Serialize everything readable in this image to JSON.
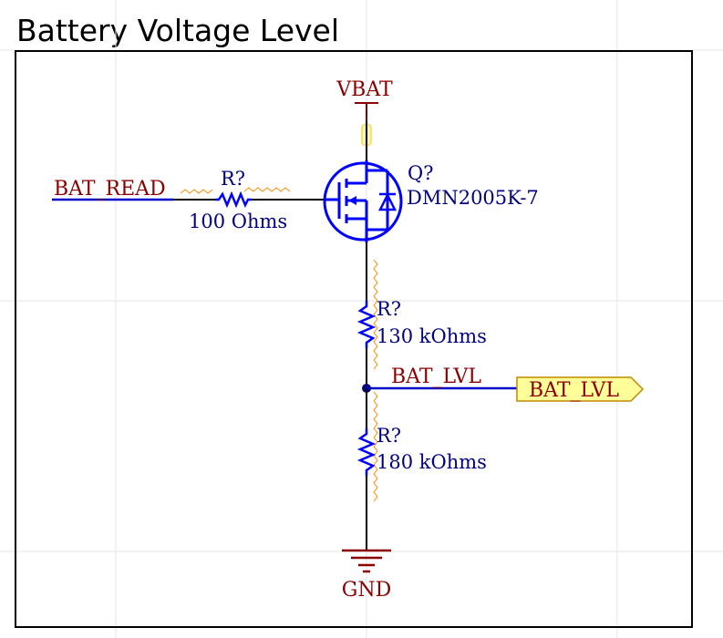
{
  "title": "Battery Voltage Level",
  "nets": {
    "vbat": "VBAT",
    "bat_read": "BAT_READ",
    "bat_lvl": "BAT_LVL",
    "gnd": "GND"
  },
  "components": {
    "r_gate": {
      "designator": "R?",
      "value": "100 Ohms"
    },
    "q1": {
      "designator": "Q?",
      "part": "DMN2005K-7"
    },
    "r_top": {
      "designator": "R?",
      "value": "130 kOhms"
    },
    "r_bottom": {
      "designator": "R?",
      "value": "180 kOhms"
    }
  },
  "port": {
    "label": "BAT_LVL"
  },
  "colors": {
    "wire": "#0000cc",
    "component": "#0000ff",
    "net_label": "#8b0000",
    "pin": "#000000",
    "port_fill": "#ffff99",
    "squiggle": "#ff8c00",
    "grid": "#e6e6e6"
  }
}
